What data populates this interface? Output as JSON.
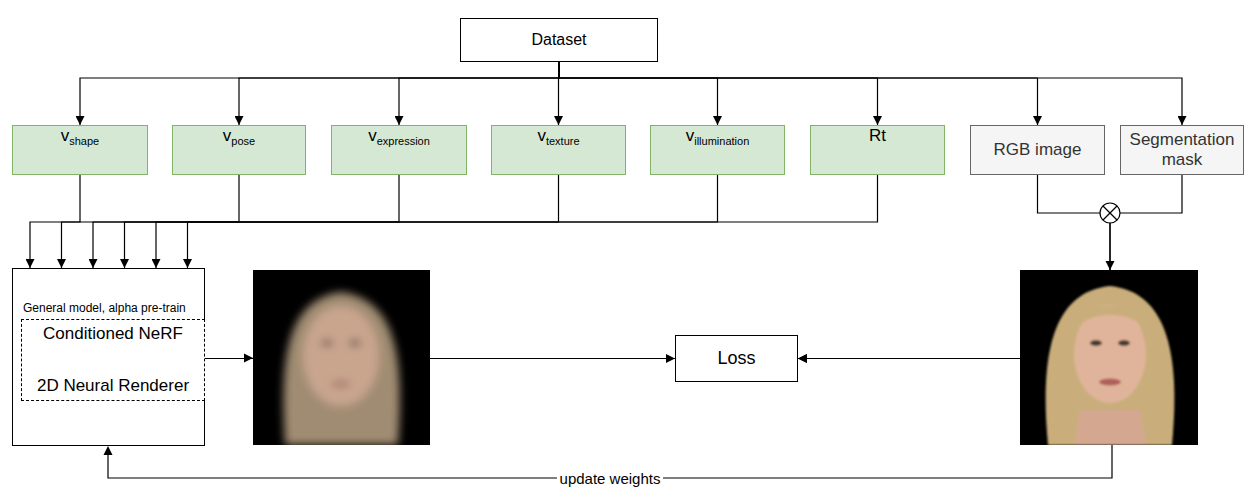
{
  "diagram": {
    "nodes": [
      {
        "text": [
          "Dataset"
        ]
      },
      {
        "text": [
          "v",
          "shape"
        ]
      },
      {
        "text": [
          "v",
          "pose"
        ]
      },
      {
        "text": [
          "v",
          "expression"
        ]
      },
      {
        "text": [
          "v",
          "texture"
        ]
      },
      {
        "text": [
          "v",
          "illumination"
        ]
      },
      {
        "text": [
          "Rt"
        ]
      },
      {
        "text": [
          "RGB image"
        ]
      },
      {
        "text": [
          "Segmentation mask"
        ]
      },
      {
        "text": [
          "General model, alpha pre-train"
        ]
      },
      {
        "text": [
          "Conditioned NeRF",
          "2D Neural Renderer"
        ],
        "in": 9
      },
      {
        "text": [
          "Loss"
        ]
      }
    ],
    "edges": [
      {
        "from": 0,
        "to": 1,
        "arrow": "to"
      },
      {
        "from": 0,
        "to": 2,
        "arrow": "to"
      },
      {
        "from": 0,
        "to": 3,
        "arrow": "to"
      },
      {
        "from": 0,
        "to": 4,
        "arrow": "to"
      },
      {
        "from": 0,
        "to": 5,
        "arrow": "to"
      },
      {
        "from": 0,
        "to": 6,
        "arrow": "to"
      },
      {
        "from": 0,
        "to": 7,
        "arrow": "to"
      },
      {
        "from": 0,
        "to": 8,
        "arrow": "to"
      },
      {
        "from": 1,
        "to": 9,
        "arrow": "to"
      },
      {
        "from": 2,
        "to": 9,
        "arrow": "to"
      },
      {
        "from": 3,
        "to": 9,
        "arrow": "to"
      },
      {
        "from": 4,
        "to": 9,
        "arrow": "to"
      },
      {
        "from": 5,
        "to": 9,
        "arrow": "to"
      },
      {
        "from": 6,
        "to": 9,
        "arrow": "to"
      },
      {
        "from": 9,
        "to": 11,
        "arrow": "to"
      },
      {
        "from": 7,
        "to": 11,
        "arrow": "to"
      },
      {
        "from": 8,
        "to": 11,
        "arrow": "to"
      }
    ],
    "labels": [
      "update weights"
    ]
  }
}
